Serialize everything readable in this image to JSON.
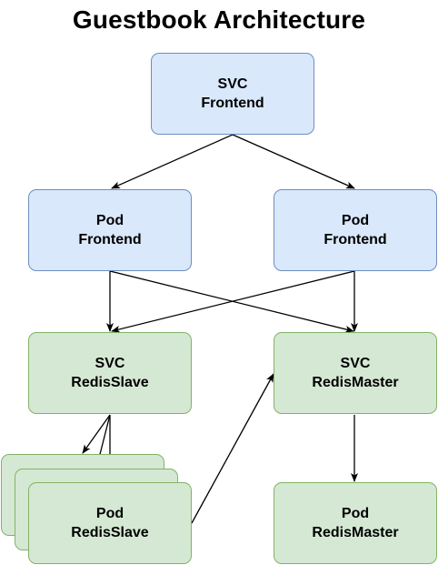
{
  "title": "Guestbook Architecture",
  "colors": {
    "frontend_fill": "#dae8fc",
    "frontend_stroke": "#6c8ebf",
    "redis_fill": "#d5e8d4",
    "redis_stroke": "#82b366",
    "edge": "#000000"
  },
  "nodes": {
    "svc_frontend": {
      "line1": "SVC",
      "line2": "Frontend"
    },
    "pod_frontend_left": {
      "line1": "Pod",
      "line2": "Frontend"
    },
    "pod_frontend_right": {
      "line1": "Pod",
      "line2": "Frontend"
    },
    "svc_redis_slave": {
      "line1": "SVC",
      "line2": "RedisSlave"
    },
    "svc_redis_master": {
      "line1": "SVC",
      "line2": "RedisMaster"
    },
    "pod_redis_slave": {
      "line1": "Pod",
      "line2": "RedisSlave"
    },
    "pod_redis_master": {
      "line1": "Pod",
      "line2": "RedisMaster"
    }
  },
  "edges": [
    {
      "from": "svc_frontend",
      "to": "pod_frontend_left"
    },
    {
      "from": "svc_frontend",
      "to": "pod_frontend_right"
    },
    {
      "from": "pod_frontend_left",
      "to": "svc_redis_slave"
    },
    {
      "from": "pod_frontend_left",
      "to": "svc_redis_master"
    },
    {
      "from": "pod_frontend_right",
      "to": "svc_redis_slave"
    },
    {
      "from": "pod_frontend_right",
      "to": "svc_redis_master"
    },
    {
      "from": "svc_redis_slave",
      "to": "pod_redis_slave (replica 1)"
    },
    {
      "from": "svc_redis_slave",
      "to": "pod_redis_slave (replica 2)"
    },
    {
      "from": "svc_redis_slave",
      "to": "pod_redis_slave (replica 3)"
    },
    {
      "from": "pod_redis_slave",
      "to": "svc_redis_master"
    },
    {
      "from": "svc_redis_master",
      "to": "pod_redis_master"
    }
  ]
}
